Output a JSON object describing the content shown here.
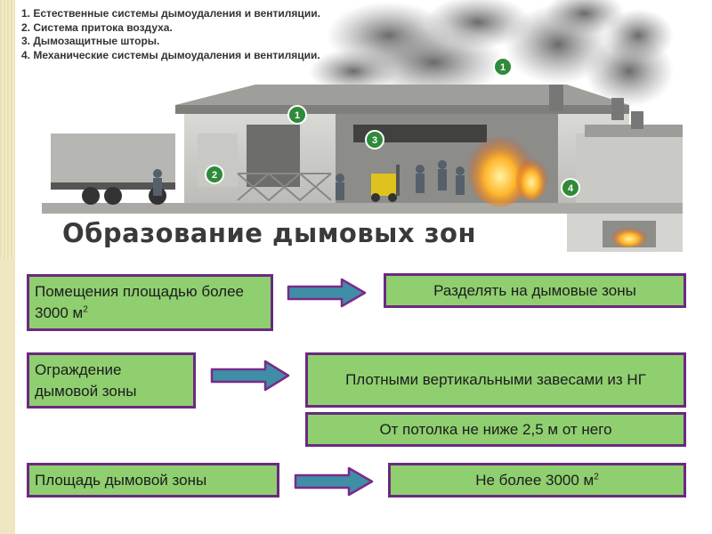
{
  "legend": [
    "1. Естественные системы дымоудаления и вентиляции.",
    "2. Система притока воздуха.",
    "3. Дымозащитные шторы.",
    "4. Механические системы дымоудаления и вентиляции."
  ],
  "markers": [
    "1",
    "1",
    "2",
    "3",
    "4"
  ],
  "title": "Образование дымовых зон",
  "rows": [
    {
      "condition": "Помещения площадью более 3000 м",
      "condition_sup": "2",
      "rule": "Разделять на дымовые зоны"
    },
    {
      "condition": "Ограждение дымовой зоны",
      "rule": "Плотными вертикальными завесами из НГ",
      "rule2": "От потолка не ниже 2,5 м от него"
    },
    {
      "condition": "Площадь дымовой зоны",
      "rule": "Не более 3000 м",
      "rule_sup": "2"
    }
  ],
  "colors": {
    "box_fill": "#8fcf70",
    "box_border": "#6a2a80",
    "arrow_fill": "#3f8ea6",
    "arrow_border": "#7a2a8a"
  }
}
